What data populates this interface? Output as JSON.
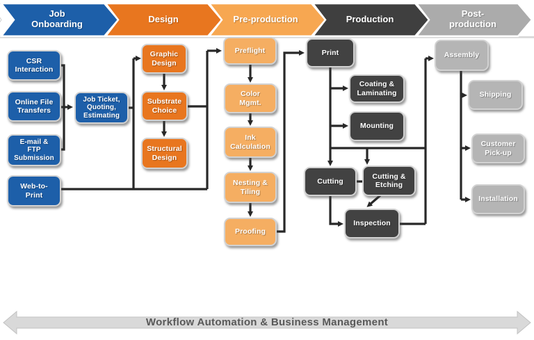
{
  "header": {
    "phases": [
      {
        "id": "job-onboarding",
        "label": "Job\nOnboarding",
        "color": "#1d5fa9"
      },
      {
        "id": "design",
        "label": "Design",
        "color": "#e8761f"
      },
      {
        "id": "pre-production",
        "label": "Pre-production",
        "color": "#f7a751"
      },
      {
        "id": "production",
        "label": "Production",
        "color": "#3f3f3f"
      },
      {
        "id": "post-production",
        "label": "Post-\nproduction",
        "color": "#ababab"
      }
    ]
  },
  "nodes": {
    "csr": {
      "label": "CSR\nInteraction",
      "phase": "job-onboarding"
    },
    "online": {
      "label": "Online File\nTransfers",
      "phase": "job-onboarding"
    },
    "email": {
      "label": "E-mail &\nFTP\nSubmission",
      "phase": "job-onboarding"
    },
    "webtoprint": {
      "label": "Web-to-\nPrint",
      "phase": "job-onboarding"
    },
    "jobticket": {
      "label": "Job Ticket,\nQuoting,\nEstimating",
      "phase": "job-onboarding"
    },
    "graphic": {
      "label": "Graphic\nDesign",
      "phase": "design"
    },
    "substrate": {
      "label": "Substrate\nChoice",
      "phase": "design"
    },
    "structural": {
      "label": "Structural\nDesign",
      "phase": "design"
    },
    "preflight": {
      "label": "Preflight",
      "phase": "pre-production"
    },
    "colormgmt": {
      "label": "Color\nMgmt.",
      "phase": "pre-production"
    },
    "ink": {
      "label": "Ink\nCalculation",
      "phase": "pre-production"
    },
    "nesting": {
      "label": "Nesting &\nTiling",
      "phase": "pre-production"
    },
    "proofing": {
      "label": "Proofing",
      "phase": "pre-production"
    },
    "print": {
      "label": "Print",
      "phase": "production"
    },
    "coating": {
      "label": "Coating &\nLaminating",
      "phase": "production"
    },
    "mounting": {
      "label": "Mounting",
      "phase": "production"
    },
    "cutting": {
      "label": "Cutting",
      "phase": "production"
    },
    "cuttingetching": {
      "label": "Cutting &\nEtching",
      "phase": "production"
    },
    "inspection": {
      "label": "Inspection",
      "phase": "production"
    },
    "assembly": {
      "label": "Assembly",
      "phase": "post-production"
    },
    "shipping": {
      "label": "Shipping",
      "phase": "post-production"
    },
    "customer": {
      "label": "Customer\nPick-up",
      "phase": "post-production"
    },
    "installation": {
      "label": "Installation",
      "phase": "post-production"
    }
  },
  "banner": {
    "label": "Workflow Automation & Business Management"
  },
  "colors": {
    "box_blue": "#1d5fa9",
    "box_orange": "#e8761f",
    "box_amber": "#f5ae62",
    "box_dark": "#424242",
    "box_light": "#b5b5b5",
    "banner_fill": "#d9d9d9",
    "banner_text": "#595959",
    "connector": "#282828"
  }
}
